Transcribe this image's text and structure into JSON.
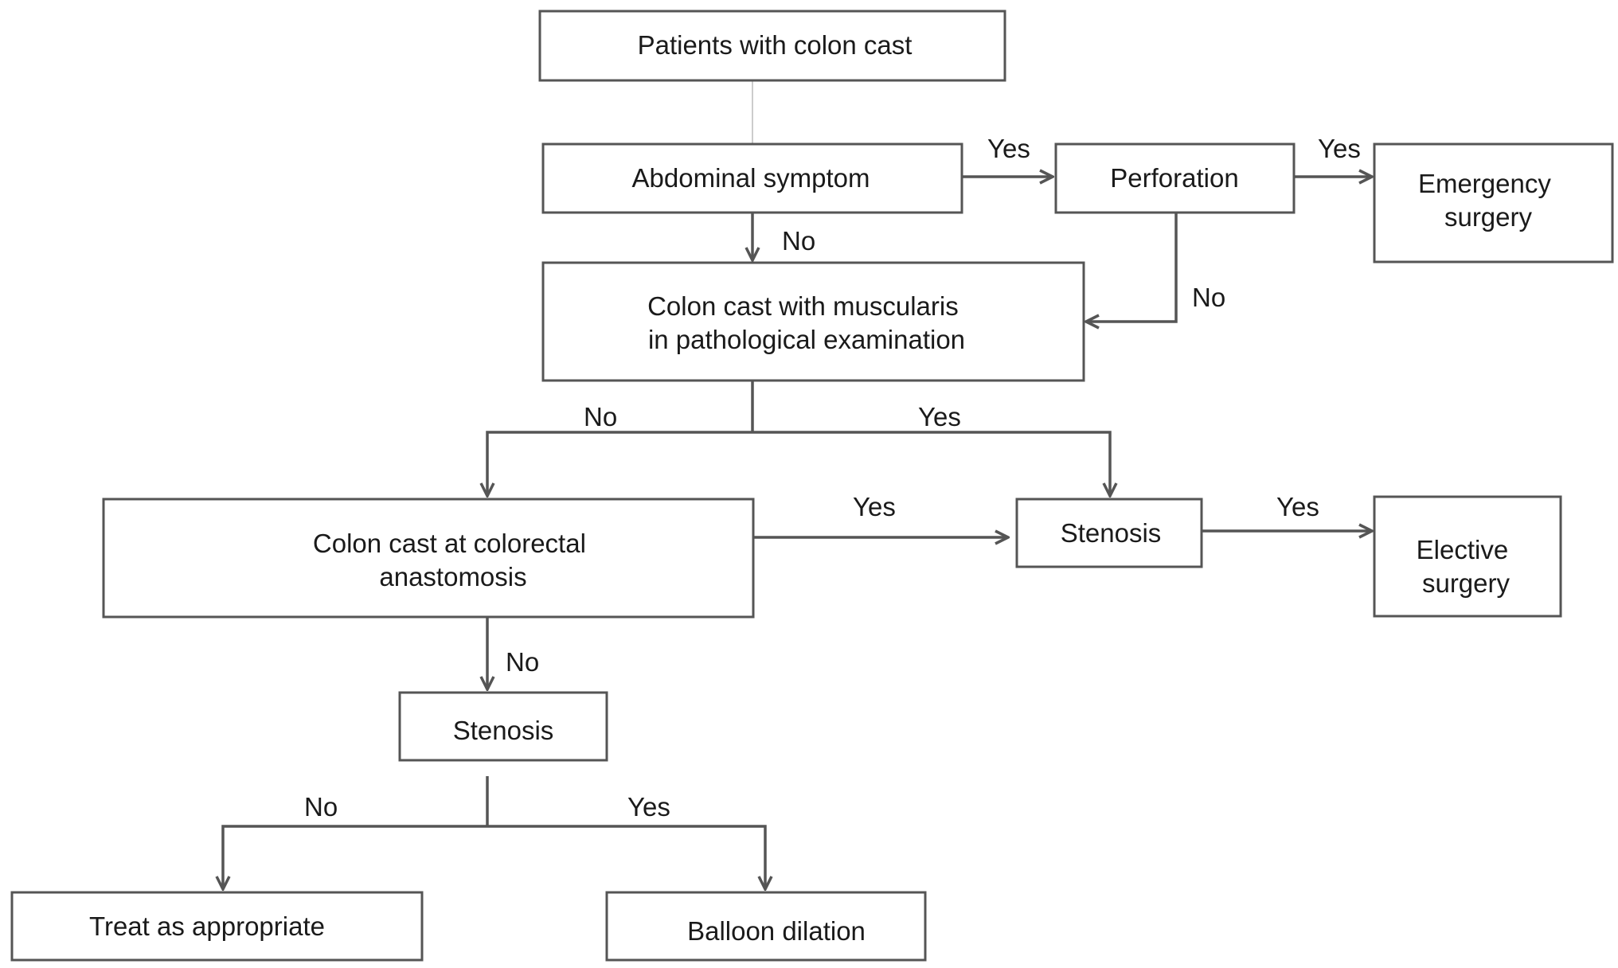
{
  "nodes": {
    "patients": {
      "lines": [
        "Patients with colon cast"
      ]
    },
    "abdominal": {
      "lines": [
        "Abdominal symptom"
      ]
    },
    "perforation": {
      "lines": [
        "Perforation"
      ]
    },
    "emergency": {
      "lines": [
        "Emergency",
        "surgery"
      ]
    },
    "muscularis": {
      "lines": [
        "Colon cast with muscularis",
        "in pathological examination"
      ]
    },
    "anastomosis": {
      "lines": [
        "Colon cast at colorectal",
        "anastomosis"
      ]
    },
    "stenosis_right": {
      "lines": [
        "Stenosis"
      ]
    },
    "elective": {
      "lines": [
        "Elective",
        "surgery"
      ]
    },
    "stenosis_lower": {
      "lines": [
        "Stenosis"
      ]
    },
    "treat": {
      "lines": [
        "Treat as appropriate"
      ]
    },
    "balloon": {
      "lines": [
        "Balloon dilation"
      ]
    }
  },
  "edge_labels": {
    "abdominal_to_perforation": "Yes",
    "perforation_to_emergency": "Yes",
    "abdominal_to_muscularis": "No",
    "perforation_to_muscularis": "No",
    "muscularis_to_anastomosis": "No",
    "muscularis_to_stenosis_right": "Yes",
    "anastomosis_to_stenosis_right": "Yes",
    "stenosis_right_to_elective": "Yes",
    "anastomosis_to_stenosis_lower": "No",
    "stenosis_lower_to_treat": "No",
    "stenosis_lower_to_balloon": "Yes"
  }
}
